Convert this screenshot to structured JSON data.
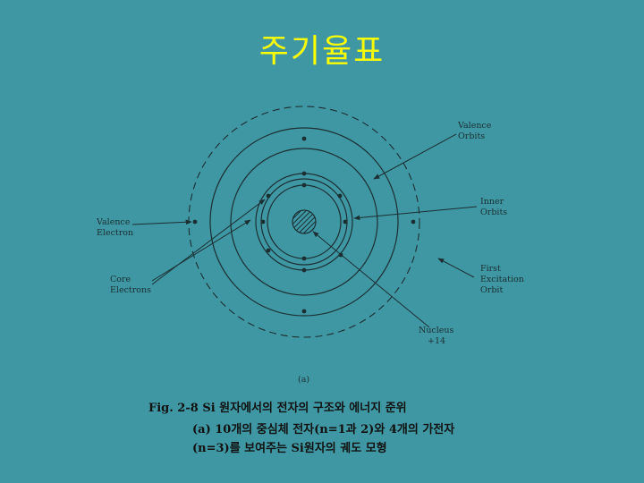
{
  "slide": {
    "title": "주기율표"
  },
  "diagram": {
    "labels": {
      "valence_orbits_line1": "Valence",
      "valence_orbits_line2": "Orbits",
      "inner_orbits_line1": "Inner",
      "inner_orbits_line2": "Orbits",
      "valence_electron_line1": "Valence",
      "valence_electron_line2": "Electron",
      "core_electrons_line1": "Core",
      "core_electrons_line2": "Electrons",
      "first_excitation_line1": "First",
      "first_excitation_line2": "Excitation",
      "first_excitation_line3": "Orbit",
      "nucleus_line1": "Nucleus",
      "nucleus_line2": "+14",
      "subfigure": "(a)"
    }
  },
  "caption": {
    "line1": "Fig. 2-8 Si 원자에서의 전자의 구조와 에너지 준위",
    "line2": "(a) 10개의 중심체 전자(n=1과 2)와 4개의 가전자",
    "line3": "(n=3)를 보여주는 Si원자의 궤도 모형"
  }
}
